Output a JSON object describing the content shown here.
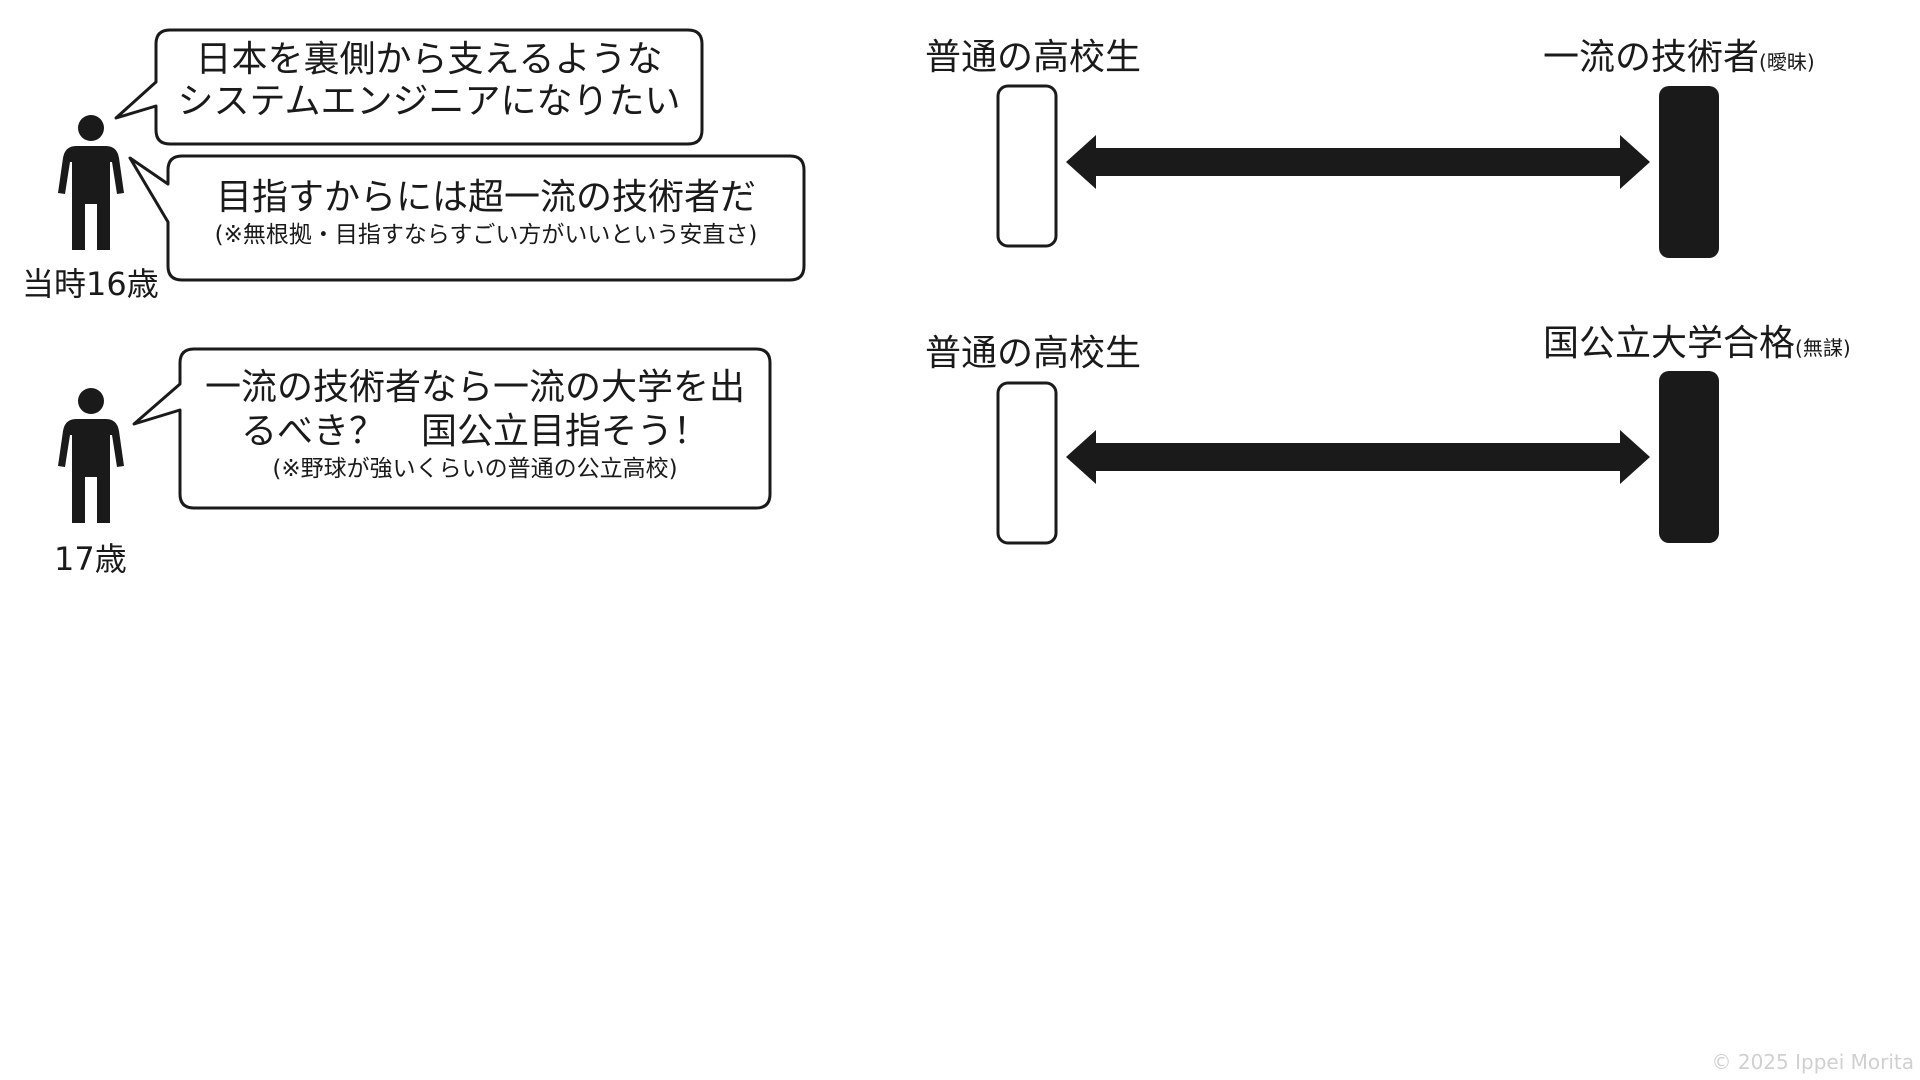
{
  "timeline": [
    {
      "age_label": "当時16歳",
      "bubbles": [
        {
          "lines": [
            "日本を裏側から支えるような",
            "システムエンジニアになりたい"
          ],
          "note": ""
        },
        {
          "lines": [
            "目指すからには超一流の技術者だ"
          ],
          "note": "(※無根拠・目指すならすごい方がいいという安直さ)"
        }
      ]
    },
    {
      "age_label": "17歳",
      "bubbles": [
        {
          "lines": [
            "一流の技術者なら一流の大学を出",
            "るべき？　国公立目指そう！"
          ],
          "note": "(※野球が強いくらいの普通の公立高校)"
        }
      ]
    }
  ],
  "gaps": [
    {
      "start_label": "普通の高校生",
      "goal_label": "一流の技術者",
      "goal_note": "(曖昧)"
    },
    {
      "start_label": "普通の高校生",
      "goal_label": "国公立大学合格",
      "goal_note": "(無謀)"
    }
  ],
  "copyright": "© 2025 Ippei Morita",
  "colors": {
    "ink": "#1a1a1a",
    "background": "#ffffff",
    "copyright": "#d0d0d0"
  },
  "icons": [
    "person-icon",
    "double-arrow-icon"
  ]
}
